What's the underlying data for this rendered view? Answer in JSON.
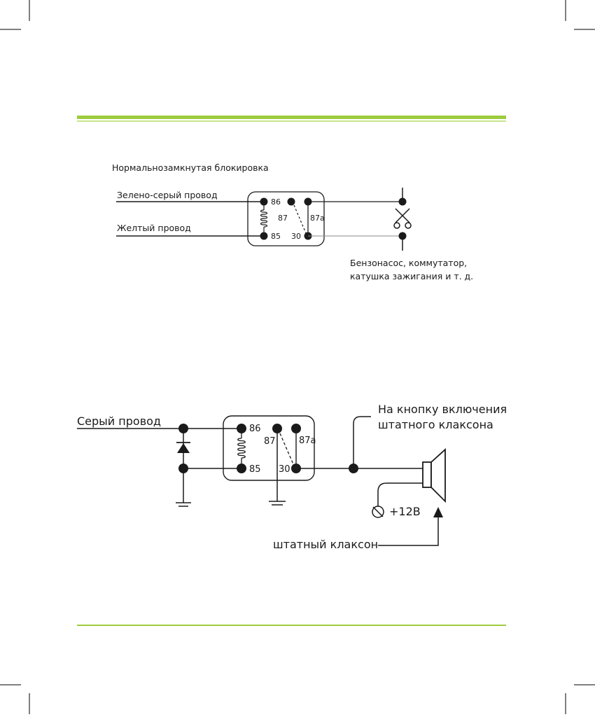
{
  "colors": {
    "accent_green": "#9dcc3d",
    "accent_green_light": "#c8e48c",
    "ink": "#1a1a1a"
  },
  "diagram1": {
    "title": "Нормальнозамкнутая блокировка",
    "wire_top": "Зелено-серый провод",
    "wire_bottom": "Желтый провод",
    "pins": {
      "p86": "86",
      "p87": "87",
      "p87a": "87a",
      "p85": "85",
      "p30": "30"
    },
    "load_line1": "Бензонасос, коммутатор,",
    "load_line2": "катушка зажигания и т. д."
  },
  "diagram2": {
    "wire_label": "Серый провод",
    "pins": {
      "p86": "86",
      "p87": "87",
      "p87a": "87a",
      "p85": "85",
      "p30": "30"
    },
    "button_line1": "На кнопку включения",
    "button_line2": "штатного клаксона",
    "supply": "+12В",
    "horn_label": "штатный клаксон"
  },
  "icons": [
    "scissors-icon",
    "diode-icon",
    "ground-icon",
    "fuse-icon",
    "horn-icon",
    "relay-coil-icon"
  ]
}
